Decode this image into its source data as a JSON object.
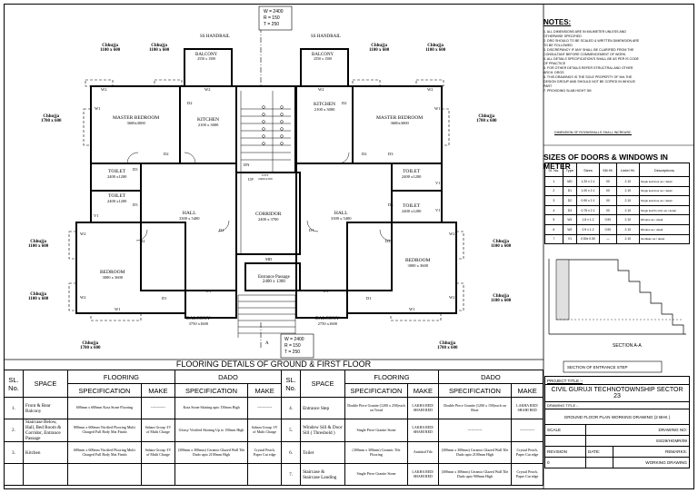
{
  "plan": {
    "handrails": [
      "SS HANDRAIL",
      "SS HANDRAIL"
    ],
    "section_tag_top": [
      "W = 2400",
      "R = 150",
      "T = 250"
    ],
    "section_tag_bottom": [
      "W = 2400",
      "R = 150",
      "T = 250"
    ],
    "rooms": {
      "master_bed_l": [
        "MASTER BEDROOM",
        "3600x3000"
      ],
      "master_bed_r": [
        "MASTER BEDROOM",
        "3600x3000"
      ],
      "kitchen_l": [
        "KITCHEN",
        "2100 x 3000"
      ],
      "kitchen_r": [
        "KITCHEN",
        "2100 x 3000"
      ],
      "balcony_tl": [
        "BALCONY",
        "2550 x 1500"
      ],
      "balcony_tr": [
        "BALCONY",
        "2550 x 1500"
      ],
      "toilet_l1": [
        "TOILET",
        "2400 x1200"
      ],
      "toilet_l2": [
        "TOILET",
        "2400 x1200"
      ],
      "toilet_r1": [
        "TOILET",
        "2400 x1200"
      ],
      "toilet_r2": [
        "TOILET",
        "2400 x1200"
      ],
      "hall_l": [
        "HALL",
        "3300 x 5400"
      ],
      "hall_r": [
        "HALL",
        "3300 x 5400"
      ],
      "corridor": [
        "CORRIDOR",
        "2400 x 3700"
      ],
      "bedroom_l": [
        "BEDROOM",
        "3000 x 3600"
      ],
      "bedroom_r": [
        "BEDROOM",
        "3000 x 3600"
      ],
      "entrance": [
        "Entrance Passage",
        "2400 x 1300"
      ],
      "balcony_bl": [
        "BALCONY",
        "3750 x1600"
      ],
      "balcony_br": [
        "BALCONY",
        "2750 x1600"
      ],
      "lift": [
        "LIFT",
        "2400x1500"
      ]
    },
    "chhujja": {
      "t1": [
        "Chhujja",
        "1100 x 600"
      ],
      "t2": [
        "Chhujja",
        "1100 x 600"
      ],
      "t3": [
        "Chhujja",
        "1100 x 600"
      ],
      "t4": [
        "Chhujja",
        "1100 x 600"
      ],
      "l1": [
        "Chhujja",
        "1700 x 600"
      ],
      "r1": [
        "Chhujja",
        "1700 x 600"
      ],
      "l2": [
        "Chhujja",
        "1100 x 600"
      ],
      "r2": [
        "Chhujja",
        "1100 x 600"
      ],
      "l3": [
        "Chhujja",
        "1100 x 600"
      ],
      "r3": [
        "Chhujja",
        "1100 x 600"
      ],
      "b1": [
        "Chhujja",
        "1700 x 600"
      ],
      "b2": [
        "Chhujja",
        "1700 x 600"
      ]
    },
    "tags": {
      "w2": "W2",
      "w1": "W1",
      "d1": "D1",
      "d2": "D2",
      "d3": "D3",
      "v1": "V1",
      "md": "MD",
      "dn": "DN",
      "up": "UP",
      "a": "A"
    }
  },
  "notes": {
    "title": "NOTES:",
    "items": [
      "1. ALL DIMENSIONS ARE IN MILIMETER UNLESS AND",
      "OTHERWISE SPECIFIED",
      "2. DRG SHOULD TO BE SCALED & WRITTEN DIMENSION ARE",
      "TO BE FOLLOWED",
      "3. DISCREPANCY IF ANY SHALL BE CLARIFIED FROM THE",
      "CONSULTANT BEFORE COMMENCEMENT OF WORK.",
      "4. ALL DETAILS SPECIFICATION'S SHALL BE AS PER IS CODE",
      "OF PRACTICE",
      "5. FOR OTHER DETAILS REFER STRUCTRAL AND OTHER",
      "ARCH. DRGS",
      "6. THIS DRAWINGS IS THE SOLE PROPERTY OF M/s THE",
      "DESIGN GROUP AND SHOULD NOT BE COPIED IN WHOLE/",
      "PART",
      "7. PROVIDING SLAB HIGHT 3M"
    ],
    "dimension_note": "DIMENSION OF ROOMSHALLS SHALL INCREASE."
  },
  "doors_windows": {
    "title": "SIZES OF DOORS & WINDOWS IN METER",
    "headers": [
      "Sl. No.",
      "Type",
      "Sizes",
      "Sill Ht.",
      "Lintel Ht.",
      "Descriptions"
    ],
    "rows": [
      [
        "1",
        "MD",
        "1.20 x 2.1",
        "00",
        "2.10",
        "Single leaf door as r detail"
      ],
      [
        "2",
        "D1",
        "1.00 x 2.1",
        "00",
        "2.10",
        "Single leaf door as r detail"
      ],
      [
        "3",
        "D2",
        "0.90 x 2.1",
        "00",
        "2.10",
        "Single leaf door as r detail"
      ],
      [
        "4",
        "D3",
        "0.75 x 2.1",
        "00",
        "2.10",
        "Single leaf flu shim as r detail"
      ],
      [
        "5",
        "W1",
        "1.8 x 1.2",
        "0.90",
        "2.10",
        "Window as r detail"
      ],
      [
        "6",
        "W2",
        "0.9 x 1.2",
        "0.90",
        "2.10",
        "Window as r detail"
      ],
      [
        "7",
        "V1",
        "0.50x 0.50",
        "—",
        "2.10",
        "Ventilator as r detail"
      ]
    ]
  },
  "section": {
    "label": "SECTION A-A",
    "box_label": "SECTION OF ENTRANCE STEP"
  },
  "flooring": {
    "title": "FLOORING DETAILS OF GROUND & FIRST FLOOR",
    "groups": [
      "SL. No.",
      "SPACE",
      "FLOORING",
      "DADO",
      "SL. No.",
      "SPACE",
      "FLOORING",
      "DADO"
    ],
    "sub": [
      "SPECIFICATION",
      "MAKE",
      "SPECIFICATION",
      "MAKE",
      "SPECIFICATION",
      "MAKE",
      "SPECIFICATION",
      "MAKE"
    ],
    "left_rows": [
      [
        "1.",
        "Front & Rear Balcony",
        "600mm x 600mm Kota Stone Flooring",
        "------------",
        "Kota Stone Skirting upto 150mm High",
        "------------"
      ],
      [
        "2.",
        "Staircase Below, Hall, Bed Room & Corridor, Entrance Passage",
        "800mm x 600mm Vitrified Flooring Multi Charged Full Body Mat Finish",
        "Sahara Group -IV of Multi Charge",
        "Glossy Vitrified Skirting Up to 150mm High",
        "Sahara Group -IV of Multi Charge"
      ],
      [
        "3.",
        "Kitchen",
        "600mm x 600mm Vitrified Flooring Multi Charged Full Body Mat Finish",
        "Sahara Group -IV of Multi Charge",
        "(300mm x 300mm) Ceramic Glazed Wall Tile Dado upto 2100mm High",
        "Crystal Peach, Paper Cut edge"
      ]
    ],
    "right_rows": [
      [
        "4.",
        "Entrance Step",
        "Double Piece Granite (1200 x 250)each on Tread",
        "LAKHA RED/ SHAHI RED",
        "Double Piece Granite (1200 x 150)each on Riser",
        "LAKHA RED/ SHAHI RED"
      ],
      [
        "5.",
        "Window Sill & Door Sill ( Threshold )",
        "Single Piece Granite Stone",
        "LAKHA RED/ SHAHI RED",
        "------------",
        "------------"
      ],
      [
        "6.",
        "Toilet",
        "(300mm x 300mm) Ceramic Tile Flooring",
        "Antiskid Tile",
        "(300mm x 300mm) Ceramic Glazed Wall Tile Dado upto 2100mm High",
        "Crystal Peach, Paper Cut edge"
      ],
      [
        "7.",
        "Staircase & Staircase Landing",
        "Single Piece Granite Stone",
        "LAKHA RED/ SHAHI RED",
        "(300mm x 300mm) Ceramic Glazed Wall Tile Dado upto 900mm High",
        "Crystal Peach, Paper Cut edge"
      ]
    ]
  },
  "title_block": {
    "project_label": "PROJECT TITLE :-",
    "project": "CIVIL GURUJI TECHNOTOWNSHIP SECTOR 23",
    "drawing_label": "DRAWING TITLE :-",
    "drawing": "GROUND FLOOR PLAN WORKING DRAWING (2 BHK )",
    "scale": "SCALE",
    "drawing_no_label": "DRAWING NO:",
    "drawing_no": "SS/29/HGMR/09",
    "revision": "REVISION",
    "date": "DATE:",
    "remarks": "REMARKS:",
    "rev_no": "0",
    "working": "WORKING DRAWING"
  }
}
